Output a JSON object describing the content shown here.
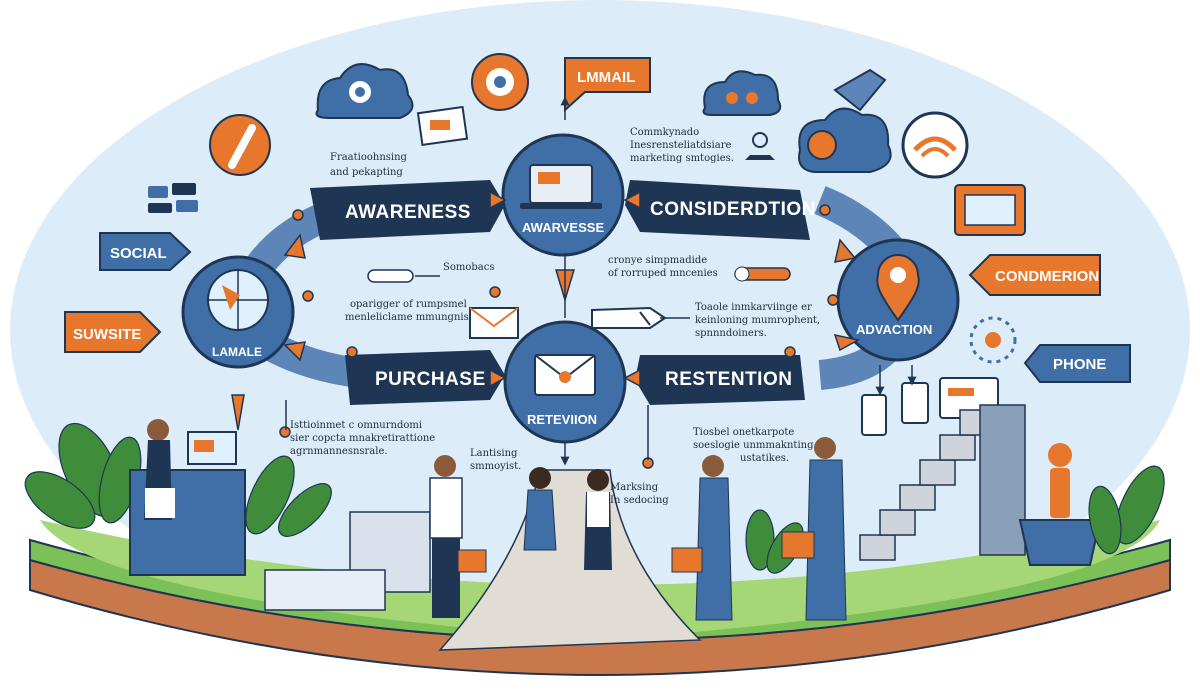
{
  "stages": {
    "awareness": "AWARENESS",
    "consideration": "CONSIDERDTION",
    "purchase": "PURCHASE",
    "restention": "RESTENTION"
  },
  "circles": {
    "top": "AWARVESSE",
    "center": "RETEVIION",
    "left": "LAMALE",
    "right": "ADVACTION"
  },
  "callouts": {
    "social": "SOCIAL",
    "suwsite": "SUWSITE",
    "lmmail": "LMMAIL",
    "condmerion": "CONDMERION",
    "phone": "PHONE"
  },
  "notes": {
    "n1": [
      "Fraatioohnsing",
      "and pekapting"
    ],
    "n2": [
      "Commkynado",
      "Inesrensteliatdsiare",
      "marketing smtogies."
    ],
    "n3": [
      "Somobacs"
    ],
    "n4": [
      "cronye simpmadide",
      "of rorruped mncenies"
    ],
    "n5": [
      "oparigger of rumpsmel",
      "menleliclame mmungnis"
    ],
    "n6": [
      "Toaole inmkarviinge er",
      "keinloning mumrophent,",
      "spnnndoiners."
    ],
    "n7": [
      "Isttioinmet c omnurndomi",
      "sier copcta mnakretirattione",
      "agrnmannesnsrale."
    ],
    "n8": [
      "Lantising",
      "smmoyist."
    ],
    "n9": [
      "Tiosbel onetkarpote",
      "soeslogie unmmaknting",
      "ustatikes."
    ],
    "n10": [
      "Marksing",
      "In sedocing"
    ]
  },
  "colors": {
    "navy": "#1f3554",
    "blue": "#3f6fa6",
    "orange": "#e8772e",
    "sky": "#dcecf8",
    "grass": "#7cc157",
    "ink": "#1f2a3a"
  }
}
